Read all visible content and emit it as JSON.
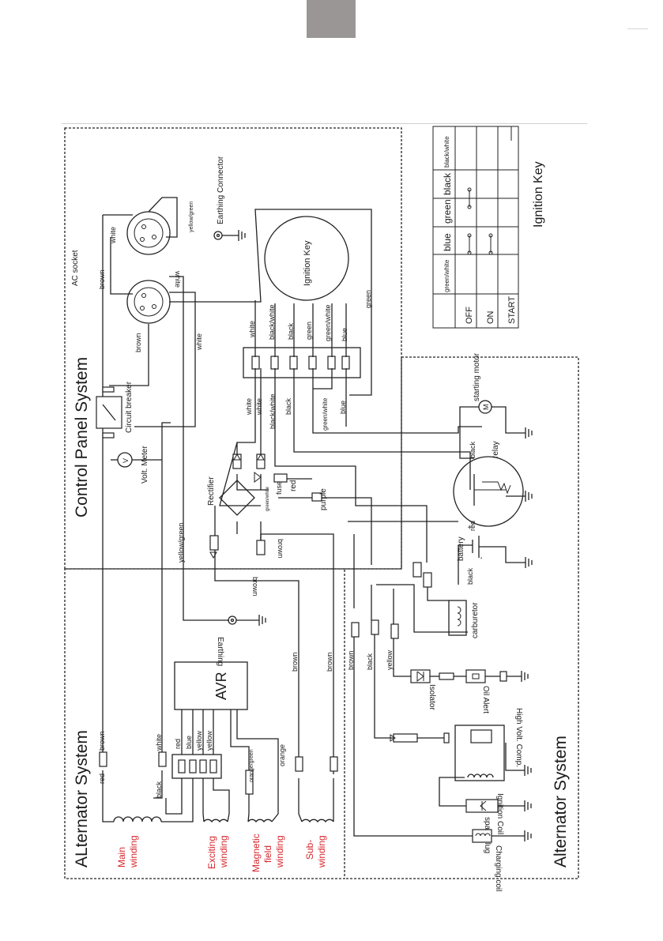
{
  "systems": {
    "control_panel": "Control Panel System",
    "alternator_left": "ALternator System",
    "alternator_right": "Alternator System"
  },
  "ignition_table": {
    "title": "Ignition Key",
    "columns": [
      "green/white",
      "blue",
      "green",
      "black",
      "black/white"
    ],
    "rows": [
      "OFF",
      "ON",
      "START"
    ]
  },
  "components": {
    "ac_socket": "AC socket",
    "earthing_connector": "Earthing Connector",
    "ignition_key": "Ignition Key",
    "circuit_breaker": "Circuit breaker",
    "volt_meter": "Volt. Meter",
    "volt_symbol": "V",
    "rectifier": "Rectifier",
    "fuse": "fuse",
    "starting_motor": "starting motor",
    "motor_symbol": "M",
    "relay": "relay",
    "battery": "battery",
    "carburetor": "carburetor",
    "earthing": "Earthing",
    "avr": "AVR",
    "isolator": "Isolator",
    "oil_alert": "Oil Alert",
    "high_volt_comp": "High Volt. Comp.",
    "ignition_coil": "Ignition Coil",
    "spark_plug": "spark plug",
    "charging_coil": "Charging coil"
  },
  "windings": {
    "main": [
      "Main",
      "winding"
    ],
    "exciting": [
      "Exciting",
      "winding"
    ],
    "magnetic": [
      "Magnetic",
      "field",
      "winding"
    ],
    "sub": [
      "Sub-",
      "winding"
    ]
  },
  "wires": {
    "white": "white",
    "brown": "brown",
    "black": "black",
    "black_white": "black/white",
    "green": "green",
    "green_white": "green/white",
    "blue": "blue",
    "red": "red",
    "purple": "purple",
    "yellow": "yellow",
    "yellow_green": "yellow/green",
    "orange": "orange",
    "orange_green": "orange/green"
  },
  "battery_signs": {
    "plus": "+",
    "minus": "-"
  },
  "colors": {
    "accent_red": "#d6262d",
    "tab_grey": "#9a9696"
  }
}
